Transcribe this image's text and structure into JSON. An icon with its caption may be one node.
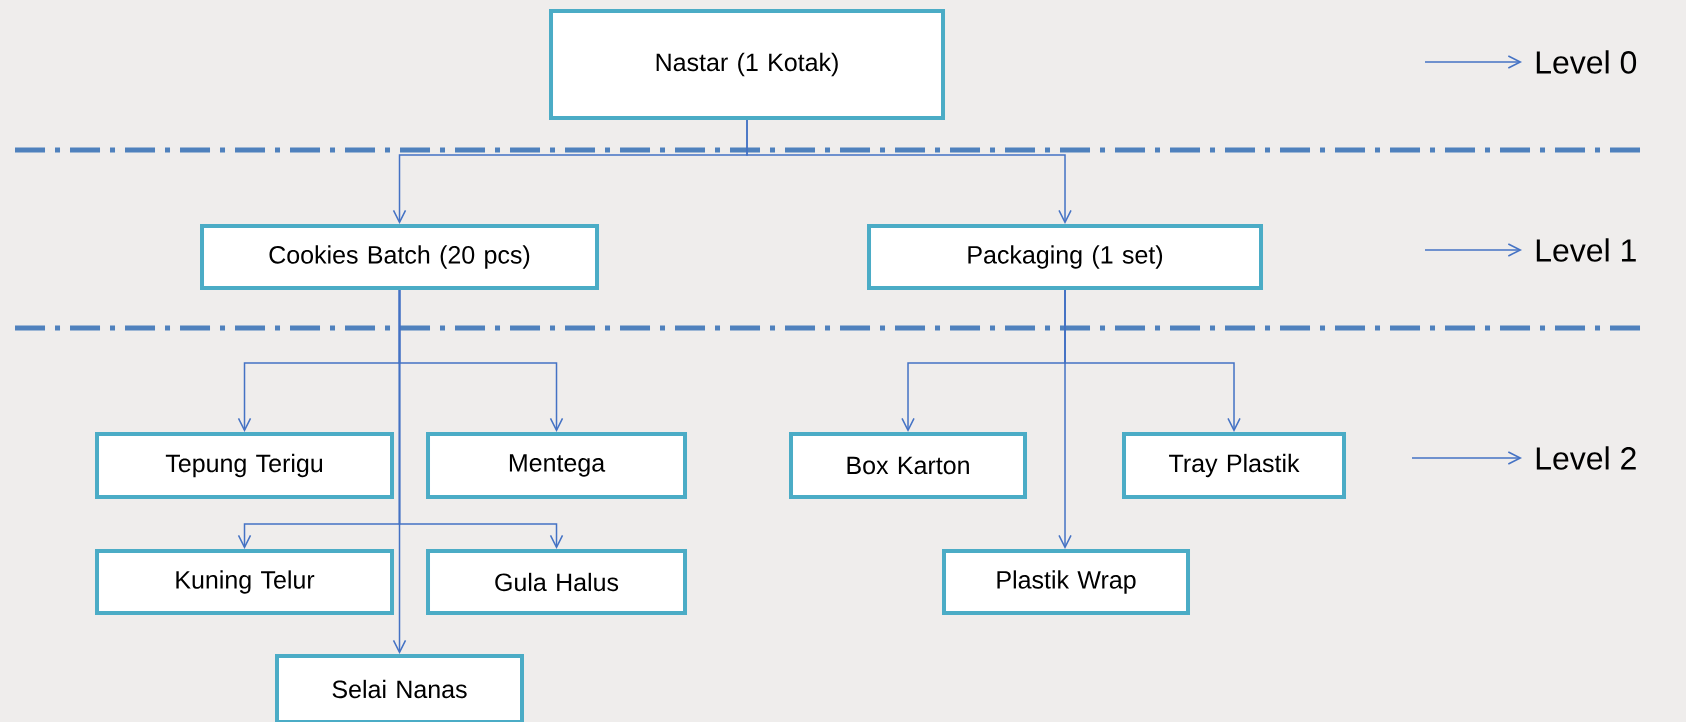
{
  "diagram": {
    "nodes": [
      {
        "text": [
          "Nastar (1 Kotak)"
        ]
      },
      {
        "text": [
          "Cookies Batch (20 pcs)"
        ]
      },
      {
        "text": [
          "Packaging (1 set)"
        ]
      },
      {
        "text": [
          "Tepung Terigu"
        ]
      },
      {
        "text": [
          "Mentega"
        ]
      },
      {
        "text": [
          "Box Karton"
        ]
      },
      {
        "text": [
          "Tray Plastik"
        ]
      },
      {
        "text": [
          "Kuning Telur"
        ]
      },
      {
        "text": [
          "Gula Halus"
        ]
      },
      {
        "text": [
          "Plastik Wrap"
        ]
      },
      {
        "text": [
          "Selai Nanas"
        ]
      },
      {
        "text": [
          "Level 0"
        ]
      },
      {
        "text": [
          "Level 1"
        ]
      },
      {
        "text": [
          "Level 2"
        ]
      }
    ],
    "edges": [
      {
        "from": 0,
        "to": 1,
        "arrow": "to"
      },
      {
        "from": 0,
        "to": 2,
        "arrow": "to"
      },
      {
        "from": 1,
        "to": 3,
        "arrow": "to"
      },
      {
        "from": 1,
        "to": 4,
        "arrow": "to"
      },
      {
        "from": 1,
        "to": 7,
        "arrow": "to"
      },
      {
        "from": 1,
        "to": 8,
        "arrow": "to"
      },
      {
        "from": 1,
        "to": 10,
        "arrow": "to"
      },
      {
        "from": 2,
        "to": 5,
        "arrow": "to"
      },
      {
        "from": 2,
        "to": 6,
        "arrow": "to"
      },
      {
        "from": 2,
        "to": 9,
        "arrow": "to"
      },
      {
        "from": null,
        "to": 11,
        "arrow": "to"
      },
      {
        "from": null,
        "to": 12,
        "arrow": "to"
      },
      {
        "from": null,
        "to": 13,
        "arrow": "to"
      }
    ]
  }
}
